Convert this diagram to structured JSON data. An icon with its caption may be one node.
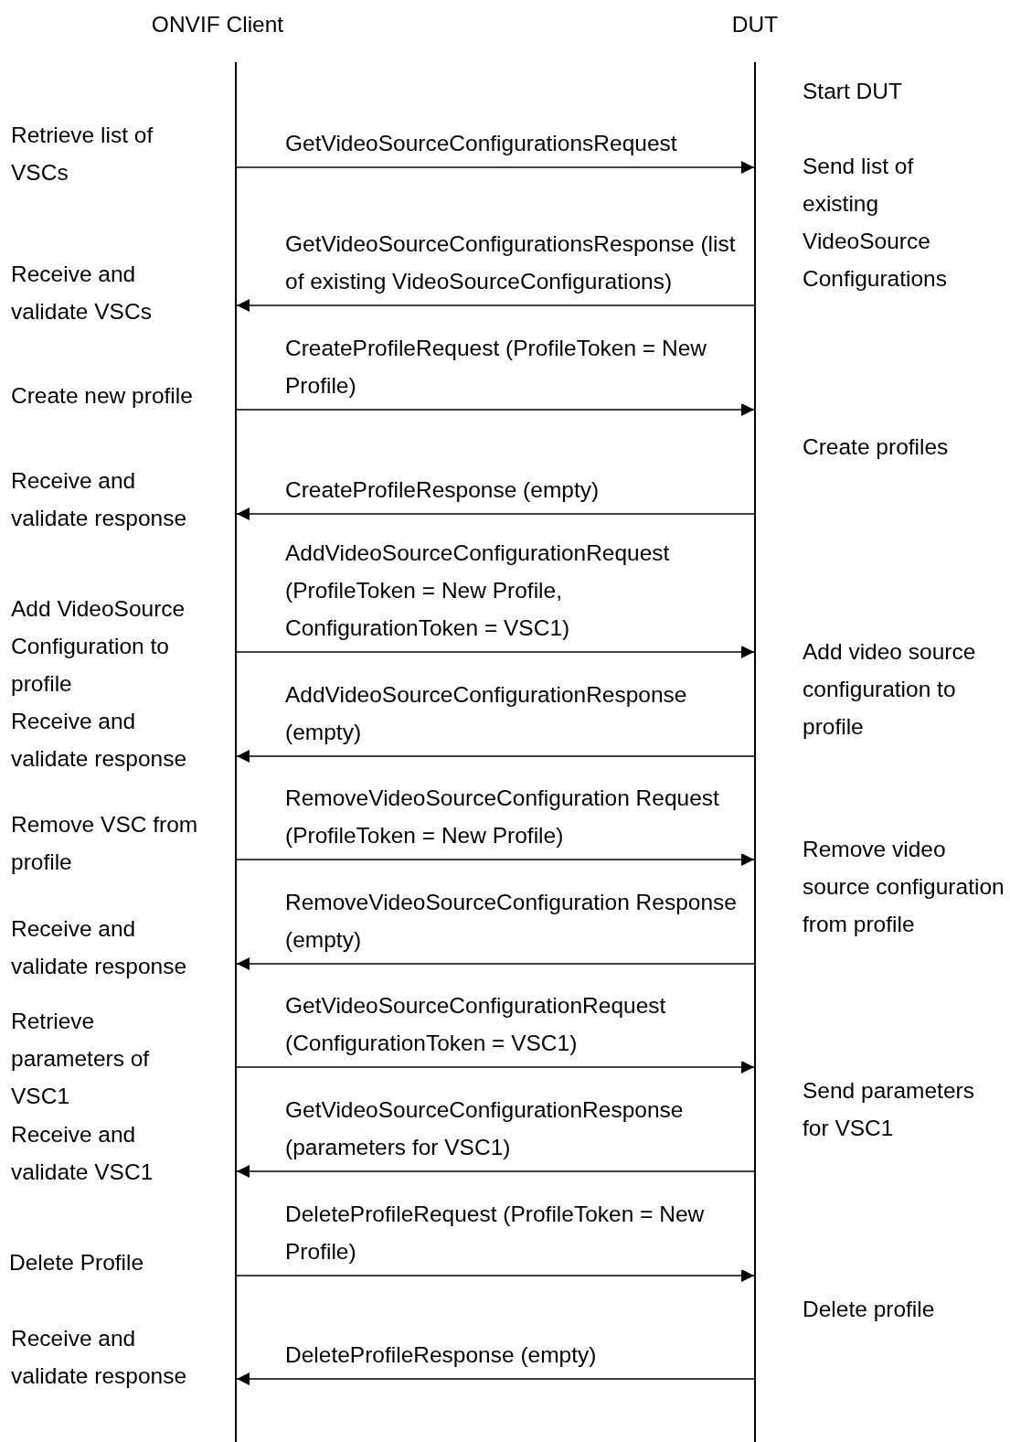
{
  "diagram": {
    "nodes": [
      {
        "text": [
          "ONVIF Client"
        ]
      },
      {
        "text": [
          "DUT"
        ]
      }
    ],
    "edges": [
      {
        "from": 0,
        "to": 1,
        "arrow": "to",
        "label": "GetVideoSourceConfigurationsRequest"
      },
      {
        "from": 1,
        "to": 0,
        "arrow": "to",
        "label": "GetVideoSourceConfigurationsResponse (list of existing VideoSourceConfigurations)"
      },
      {
        "from": 0,
        "to": 1,
        "arrow": "to",
        "label": "CreateProfileRequest (ProfileToken = New Profile)"
      },
      {
        "from": 1,
        "to": 0,
        "arrow": "to",
        "label": "CreateProfileResponse (empty)"
      },
      {
        "from": 0,
        "to": 1,
        "arrow": "to",
        "label": "AddVideoSourceConfigurationRequest (ProfileToken = New Profile, ConfigurationToken = VSC1)"
      },
      {
        "from": 1,
        "to": 0,
        "arrow": "to",
        "label": "AddVideoSourceConfigurationResponse (empty)"
      },
      {
        "from": 0,
        "to": 1,
        "arrow": "to",
        "label": "RemoveVideoSourceConfiguration Request (ProfileToken = New Profile)"
      },
      {
        "from": 1,
        "to": 0,
        "arrow": "to",
        "label": "RemoveVideoSourceConfiguration Response (empty)"
      },
      {
        "from": 0,
        "to": 1,
        "arrow": "to",
        "label": "GetVideoSourceConfigurationRequest (ConfigurationToken = VSC1)"
      },
      {
        "from": 1,
        "to": 0,
        "arrow": "to",
        "label": "GetVideoSourceConfigurationResponse (parameters for VSC1)"
      },
      {
        "from": 0,
        "to": 1,
        "arrow": "to",
        "label": "DeleteProfileRequest (ProfileToken = New Profile)"
      },
      {
        "from": 1,
        "to": 0,
        "arrow": "to",
        "label": "DeleteProfileResponse (empty)"
      }
    ],
    "labels": [
      "Start DUT",
      "Retrieve list of VSCs",
      "Send list of existing VideoSource Configurations",
      "Receive and validate VSCs",
      "Create new profile",
      "Create profiles",
      "Receive and validate response",
      "Add VideoSource Configuration to profile",
      "Add video source configuration to profile",
      "Receive and validate response",
      "Remove VSC from profile",
      "Remove video source configuration from profile",
      "Receive and validate response",
      "Retrieve parameters of VSC1",
      "Send parameters for VSC1",
      "Receive and validate VSC1",
      "Delete Profile",
      "Delete profile",
      "Receive and validate response"
    ]
  }
}
